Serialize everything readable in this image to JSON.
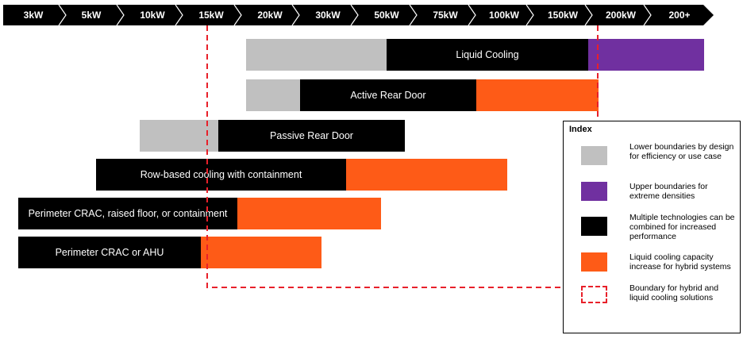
{
  "colors": {
    "grey": "#c0c0c0",
    "black": "#000000",
    "orange": "#fe5b17",
    "purple": "#7030a0",
    "boundary": "#e8202a"
  },
  "scale": {
    "labels": [
      "3kW",
      "5kW",
      "10kW",
      "15kW",
      "20kW",
      "30kW",
      "50kW",
      "75kW",
      "100kW",
      "150kW",
      "200kW",
      "200+"
    ]
  },
  "bars": [
    {
      "label": "Liquid Cooling"
    },
    {
      "label": "Active Rear Door"
    },
    {
      "label": "Passive Rear Door"
    },
    {
      "label": "Row-based cooling with containment"
    },
    {
      "label": "Perimeter CRAC, raised floor, or containment"
    },
    {
      "label": "Perimeter CRAC or AHU"
    }
  ],
  "index": {
    "title": "Index",
    "items": [
      {
        "color": "grey",
        "text": "Lower boundaries by design for efficiency or use case"
      },
      {
        "color": "purple",
        "text": "Upper boundaries for extreme densities"
      },
      {
        "color": "black",
        "text": "Multiple technologies can be combined for increased performance"
      },
      {
        "color": "orange",
        "text": "Liquid cooling capacity increase for hybrid systems"
      },
      {
        "color": "dashed",
        "text": "Boundary for hybrid and liquid cooling solutions"
      }
    ]
  }
}
